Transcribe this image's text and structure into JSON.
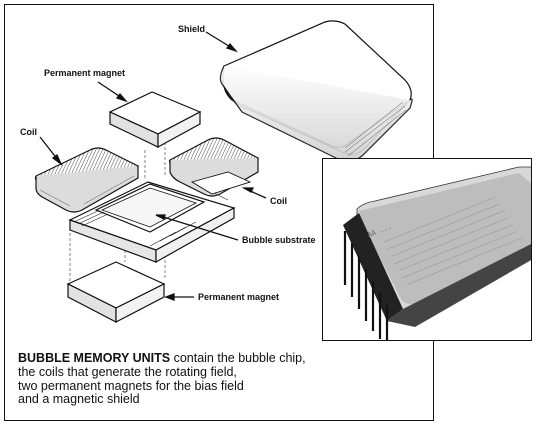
{
  "labels": {
    "shield": "Shield",
    "magnet_top": "Permanent magnet",
    "coil_left": "Coil",
    "coil_right": "Coil",
    "substrate": "Bubble substrate",
    "magnet_bottom": "Permanent magnet"
  },
  "caption": {
    "heading": "BUBBLE MEMORY UNITS",
    "line1_rest": " contain the bubble chip,",
    "line2": "the coils that generate the rotating field,",
    "line3": "two permanent magnets for the bias field",
    "line4": "and a magnetic shield"
  },
  "chip_label": {
    "line1": "AA ..."
  }
}
